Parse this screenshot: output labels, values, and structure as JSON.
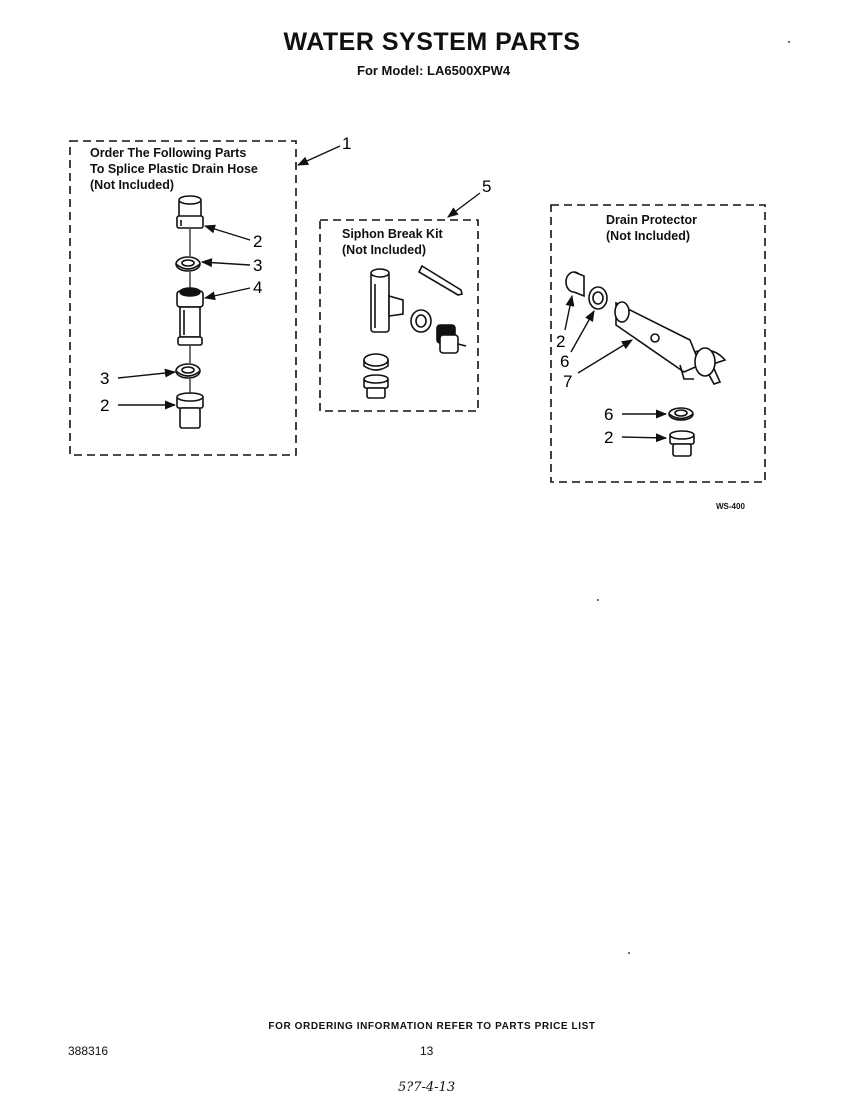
{
  "page": {
    "title": "WATER SYSTEM PARTS",
    "subtitle": "For Model: LA6500XPW4",
    "ref_code": "WS-400",
    "footer_note": "FOR ORDERING INFORMATION REFER TO PARTS PRICE LIST",
    "doc_number": "388316",
    "page_number": "13",
    "handwritten": "5?7-4-13"
  },
  "groups": {
    "drain_hose": {
      "heading": [
        "Order The Following Parts",
        "To Splice Plastic Drain Hose",
        "(Not Included)"
      ],
      "callout": "1",
      "labels": [
        "2",
        "3",
        "4",
        "3",
        "2"
      ]
    },
    "siphon_break": {
      "heading": [
        "Siphon Break Kit",
        "(Not Included)"
      ],
      "callout": "5"
    },
    "drain_protector": {
      "heading": [
        "Drain Protector",
        "(Not Included)"
      ],
      "labels": [
        "2",
        "6",
        "7",
        "6",
        "2"
      ]
    }
  }
}
